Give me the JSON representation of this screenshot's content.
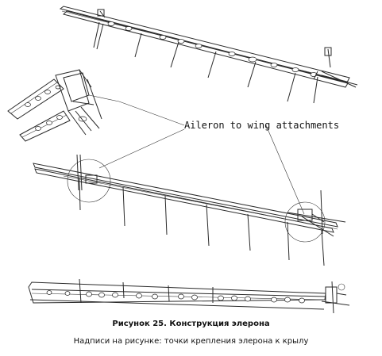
{
  "drawing": {
    "callout_label": "Aileron to wing attachments"
  },
  "caption": {
    "title": "Рисунок 25. Конструкция элерона",
    "text": "Надписи на рисунке: точки крепления элерона к крылу"
  }
}
